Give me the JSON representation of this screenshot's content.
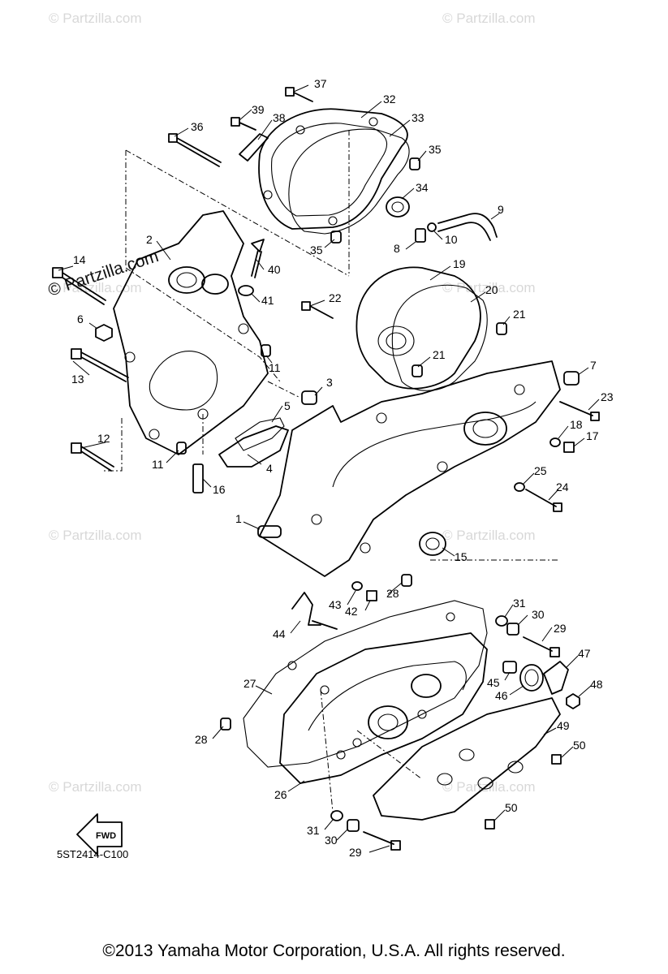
{
  "diagram": {
    "watermark": "© Partzilla.com",
    "watermark_strong": "© Partzilla.com",
    "part_code": "5ST2414-C100",
    "fwd_label": "FWD",
    "callouts": [
      "1",
      "2",
      "3",
      "4",
      "5",
      "6",
      "7",
      "8",
      "9",
      "10",
      "11",
      "11",
      "12",
      "13",
      "14",
      "15",
      "16",
      "17",
      "18",
      "19",
      "20",
      "21",
      "21",
      "22",
      "23",
      "24",
      "25",
      "26",
      "27",
      "28",
      "28",
      "29",
      "29",
      "30",
      "30",
      "31",
      "31",
      "32",
      "33",
      "34",
      "35",
      "35",
      "36",
      "37",
      "38",
      "39",
      "40",
      "41",
      "42",
      "43",
      "44",
      "45",
      "46",
      "47",
      "48",
      "49",
      "50",
      "50"
    ]
  },
  "footer": {
    "copyright": "©2013 Yamaha Motor Corporation, U.S.A. All rights reserved."
  }
}
